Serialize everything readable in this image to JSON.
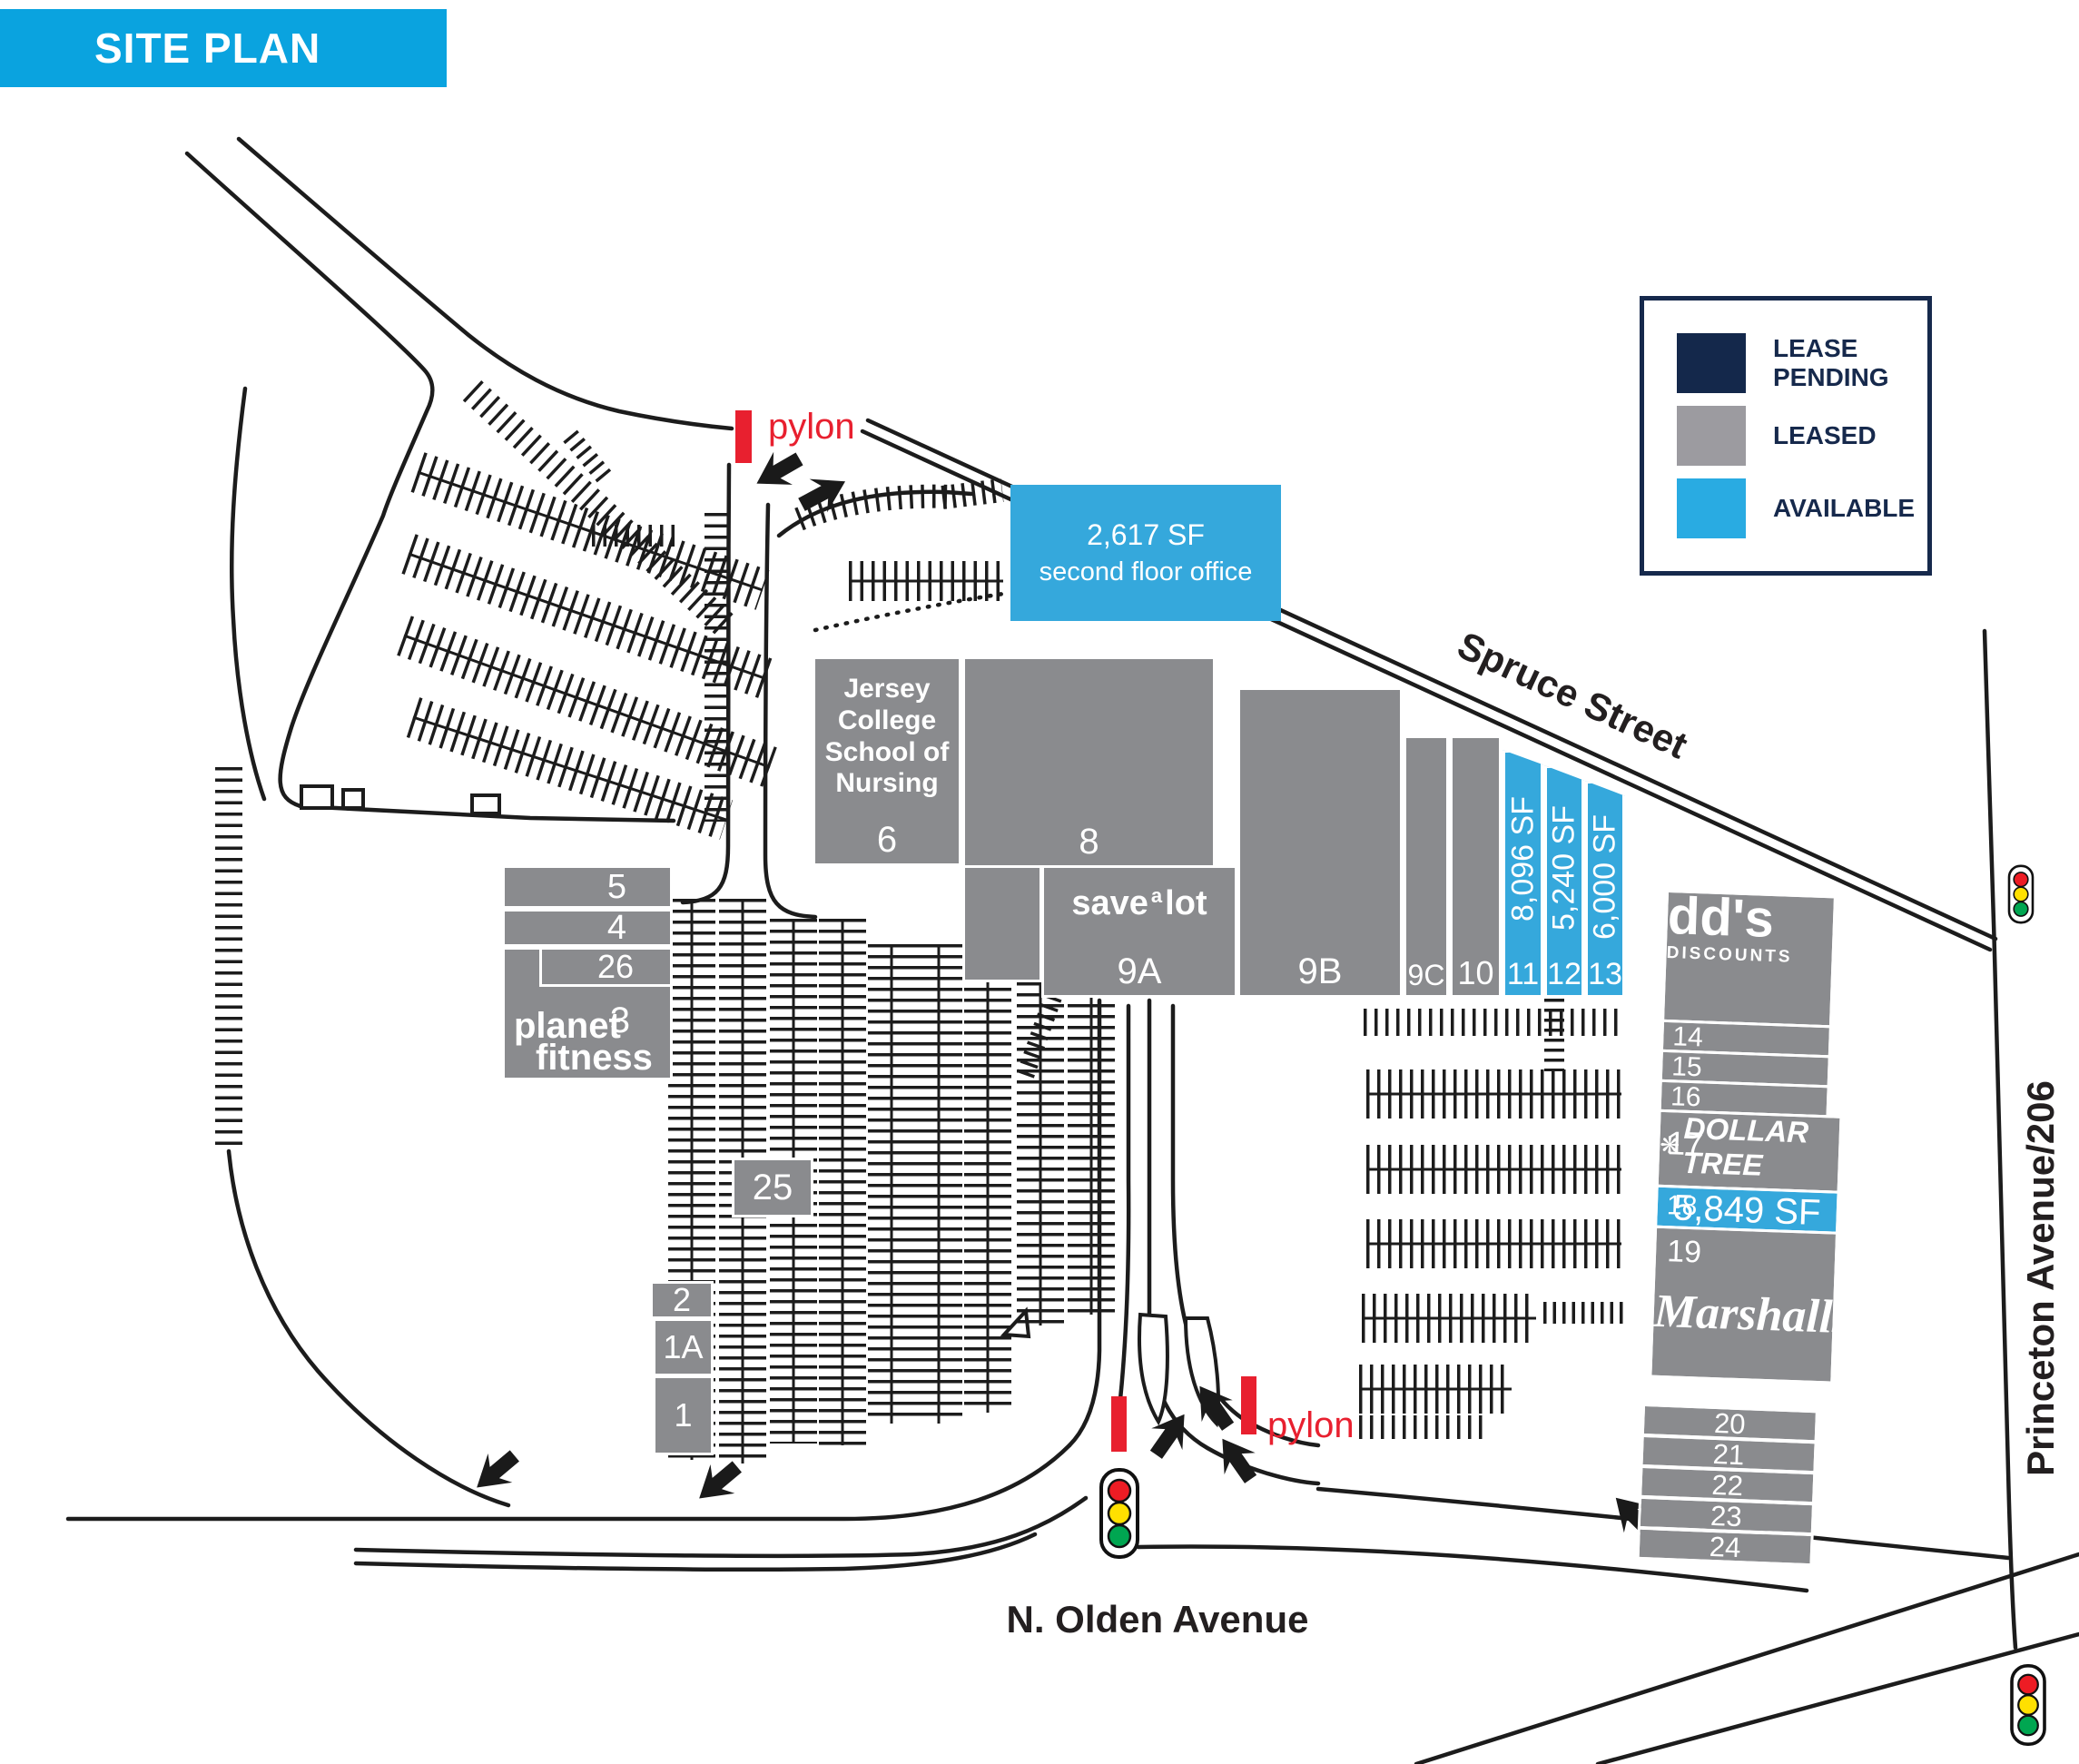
{
  "title": "SITE PLAN",
  "legend": {
    "lease_pending": "LEASE PENDING",
    "leased": "LEASED",
    "available": "AVAILABLE"
  },
  "colors": {
    "banner_blue": "#0aa3df",
    "available_blue": "#35a8dc",
    "legend_available_blue": "#29abe2",
    "leased_gray": "#8a8b8e",
    "lease_pending_navy": "#14284b",
    "legend_navy": "#16294c",
    "pylon_red": "#e8202f",
    "traffic_red": "#ed1c24",
    "traffic_yellow": "#ffe000",
    "traffic_green": "#00a651"
  },
  "streets": {
    "spruce": "Spruce Street",
    "n_olden": "N. Olden Avenue",
    "princeton": "Princeton Avenue/206"
  },
  "markers": {
    "pylon": "pylon"
  },
  "office_callout": {
    "size": "2,617 SF",
    "desc": "second floor office"
  },
  "units": {
    "1": "1",
    "1A": "1A",
    "2": "2",
    "3": "3",
    "4": "4",
    "5": "5",
    "6": "6",
    "8": "8",
    "9A": "9A",
    "9B": "9B",
    "9C": "9C",
    "10": "10",
    "11": "11",
    "12": "12",
    "13": "13",
    "14": "14",
    "15": "15",
    "16": "16",
    "17": "17",
    "18": "18",
    "19": "19",
    "20": "20",
    "21": "21",
    "22": "22",
    "23": "23",
    "24": "24",
    "25": "25",
    "26": "26"
  },
  "availability": {
    "unit11_sf": "8,096 SF",
    "unit12_sf": "5,240 SF",
    "unit13_sf": "6,000 SF",
    "unit18_sf": "5,849 SF"
  },
  "tenants": {
    "nursing": "Jersey College School of Nursing",
    "planet_line1": "planet",
    "planet_line2": "fitness",
    "savealot_p1": "save",
    "savealot_p2": "a",
    "savealot_p3": "lot",
    "dds_line1": "dd's",
    "dds_line2": "DISCOUNTS",
    "dollar_tree": "DOLLAR TREE",
    "marshalls": "Marshalls."
  },
  "icons": {
    "dollar_tree_tree": "❋"
  }
}
